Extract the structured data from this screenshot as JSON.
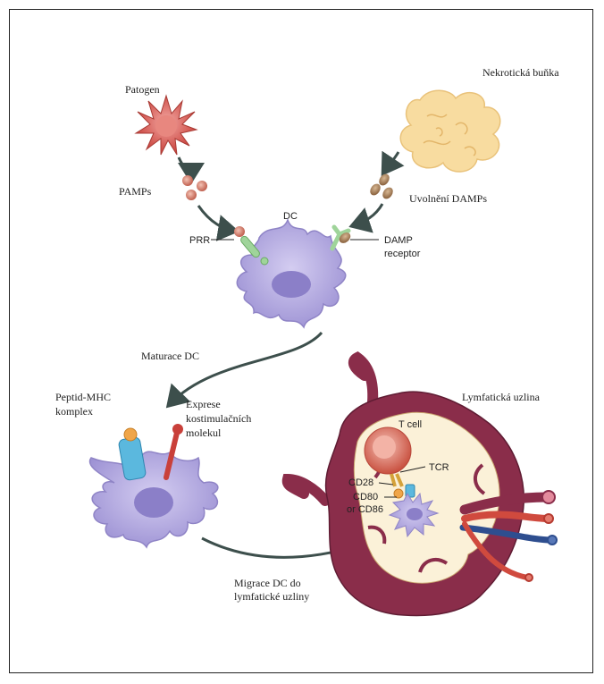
{
  "labels": {
    "pathogen": "Patogen",
    "necrotic_cell": "Nekrotická buňka",
    "pamps": "PAMPs",
    "damps_release": "Uvolnění DAMPs",
    "dc": "DC",
    "prr": "PRR",
    "damp_receptor_line1": "DAMP",
    "damp_receptor_line2": "receptor",
    "dc_maturation": "Maturace DC",
    "peptide_mhc_line1": "Peptid-MHC",
    "peptide_mhc_line2": "komplex",
    "costim_line1": "Exprese",
    "costim_line2": "kostimulačních",
    "costim_line3": "molekul",
    "lymph_node": "Lymfatická uzlina",
    "t_cell": "T cell",
    "tcr": "TCR",
    "cd28": "CD28",
    "cd80_line1": "CD80",
    "cd80_line2": "or CD86",
    "migration_line1": "Migrace DC do",
    "migration_line2": "lymfatické uzliny"
  },
  "colors": {
    "dc_purple": "#b7aee0",
    "nucleus": "#8b7fc8",
    "pathogen_red": "#d9534f",
    "necrotic_yellow": "#f7d58f",
    "lymph_node_outer": "#8a2d4a",
    "lymph_node_inner": "#fbf1d8",
    "arrow": "#3d4f4c"
  }
}
